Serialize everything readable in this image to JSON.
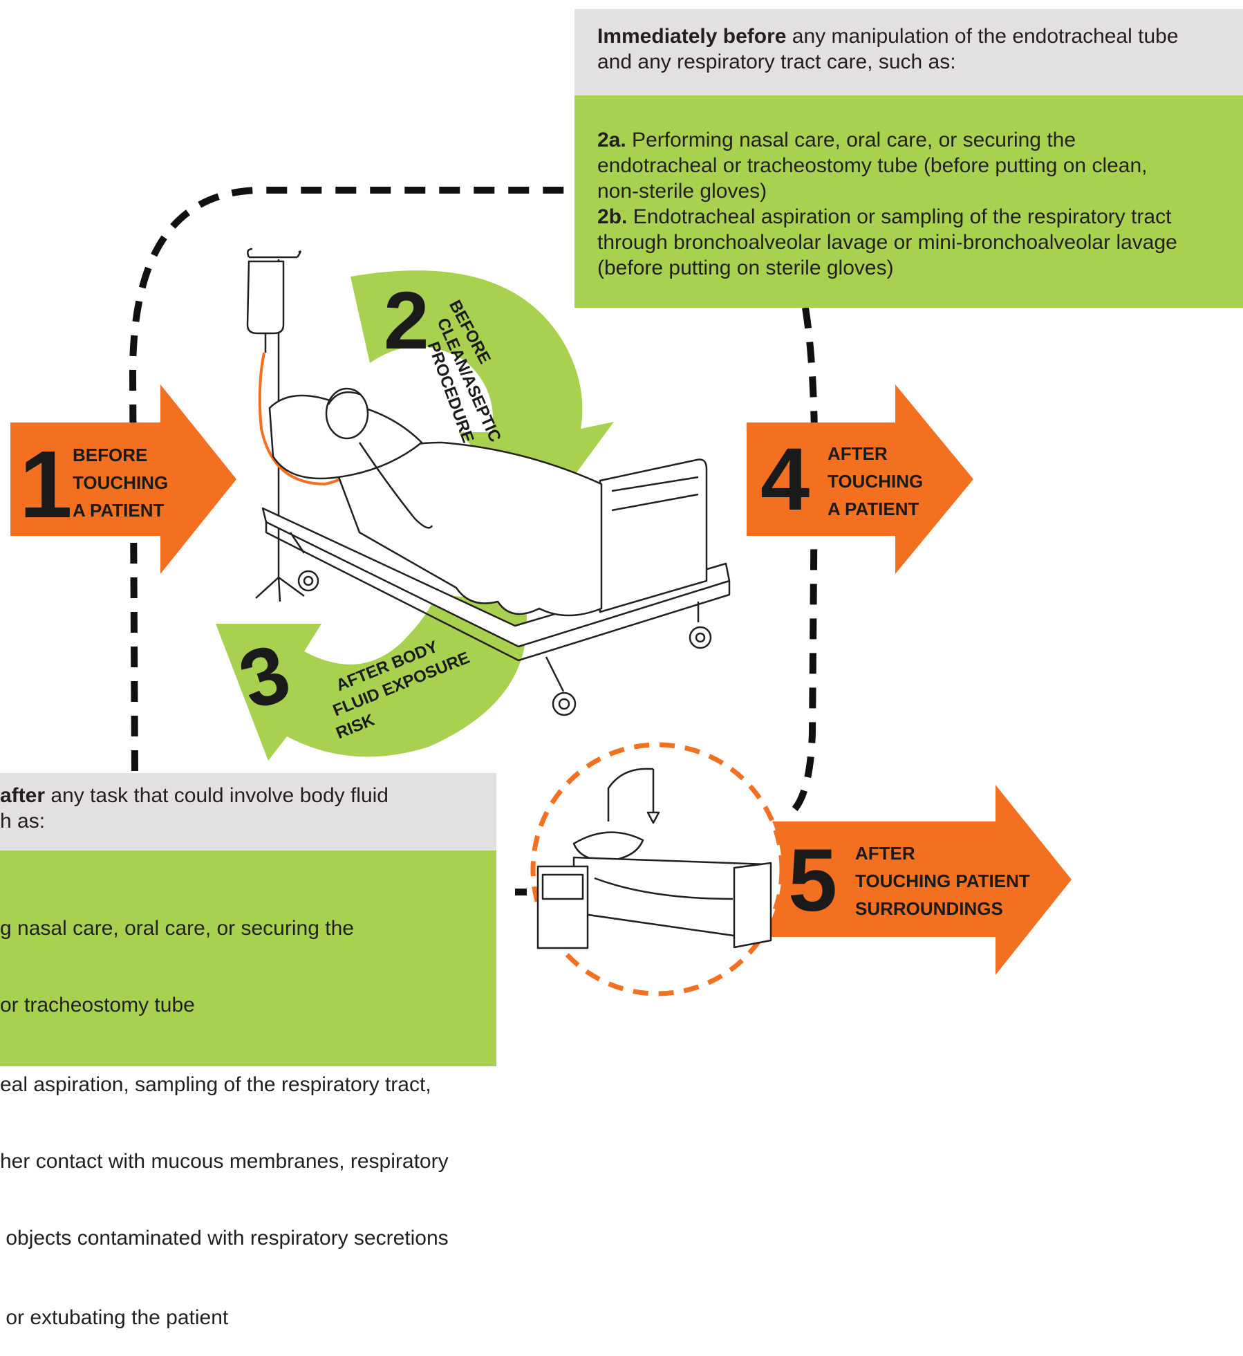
{
  "colors": {
    "orange": "#f37021",
    "green": "#a8d14f",
    "grey_panel": "#e2e0e3",
    "text": "#231f20",
    "dash": "#111111"
  },
  "moments": {
    "m1": {
      "number": "1",
      "label": [
        "BEFORE",
        "TOUCHING",
        "A PATIENT"
      ]
    },
    "m2": {
      "number": "2",
      "label": [
        "BEFORE",
        "CLEAN/ASEPTIC",
        "PROCEDURE"
      ]
    },
    "m3": {
      "number": "3",
      "label": [
        "AFTER BODY",
        "FLUID EXPOSURE",
        "RISK"
      ]
    },
    "m4": {
      "number": "4",
      "label": [
        "AFTER",
        "TOUCHING",
        "A PATIENT"
      ]
    },
    "m5": {
      "number": "5",
      "label": [
        "AFTER",
        "TOUCHING PATIENT",
        "SURROUNDINGS"
      ]
    }
  },
  "top_panel": {
    "lead_bold": "Immediately before",
    "lead_rest": " any manipulation of the endotracheal tube",
    "lead_line2": "and any respiratory tract care, such as:",
    "items": [
      {
        "tag": "2a.",
        "lines": [
          " Performing nasal care, oral care, or securing the",
          "endotracheal or tracheostomy tube (before putting on clean,",
          "non-sterile gloves)"
        ]
      },
      {
        "tag": "2b.",
        "lines": [
          " Endotracheal aspiration or sampling of the respiratory tract",
          "through bronchoalveolar lavage or mini-bronchoalveolar lavage",
          "(before putting on sterile gloves)"
        ]
      }
    ]
  },
  "bottom_panel": {
    "lead_bold": "after",
    "lead_rest": " any task that could involve body fluid",
    "lead_line2": "h as:",
    "lines": [
      "g nasal care, oral care, or securing the",
      "or tracheostomy tube",
      "eal aspiration, sampling of the respiratory tract,",
      "her contact with mucous membranes, respiratory",
      " objects contaminated with respiratory secretions",
      " or extubating the patient"
    ]
  }
}
